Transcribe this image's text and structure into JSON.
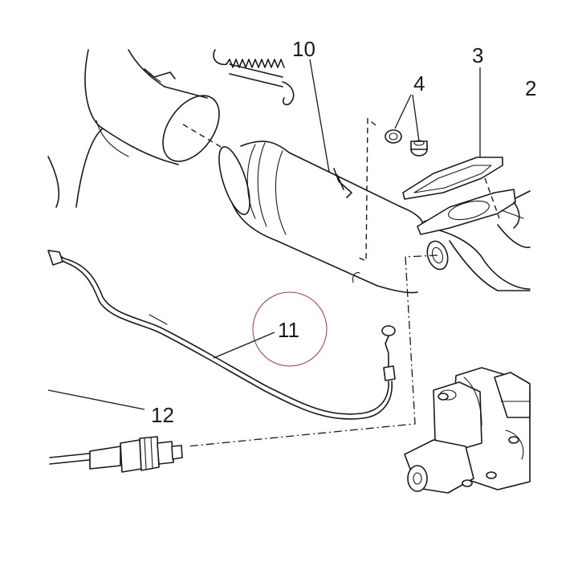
{
  "callouts": {
    "c10": "10",
    "c3": "3",
    "c4": "4",
    "c2": "2",
    "c11": "11",
    "c12": "12"
  },
  "colors": {
    "line": "#1a1a1a",
    "highlight_circle": "#b0314a",
    "background": "#ffffff"
  }
}
